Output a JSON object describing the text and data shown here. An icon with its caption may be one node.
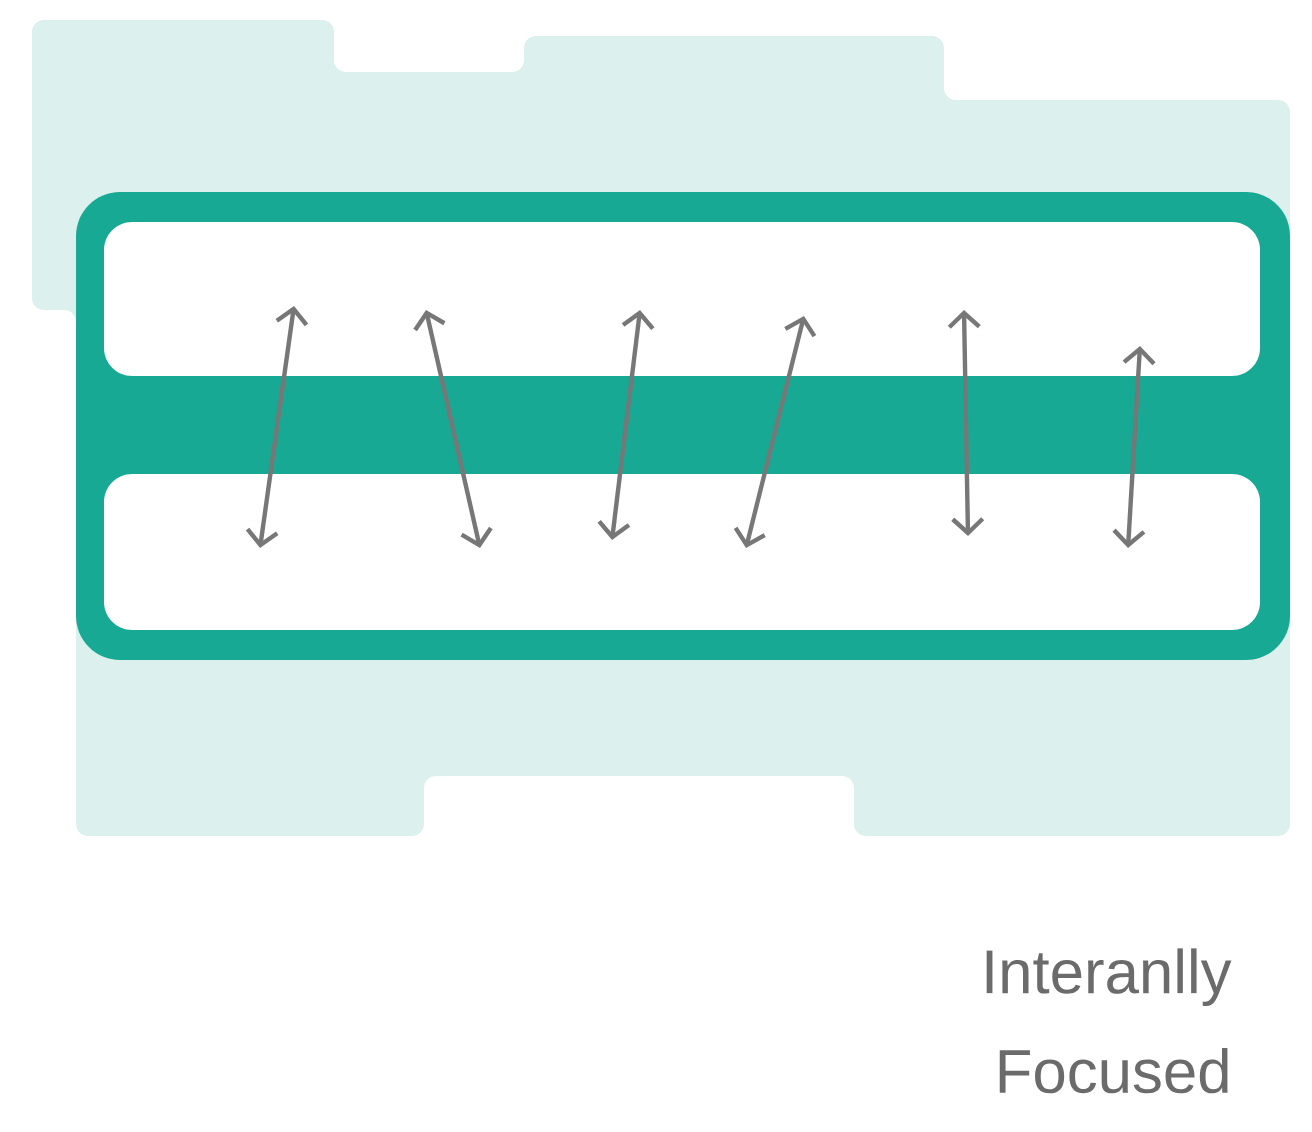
{
  "diagram": {
    "nodes": [
      {
        "text": [],
        "shape": "box"
      },
      {
        "text": [],
        "shape": "box",
        "in": 0
      },
      {
        "text": [],
        "shape": "box",
        "in": 0
      }
    ],
    "edges": [
      {
        "from": 1,
        "to": 2,
        "arrow": "both"
      },
      {
        "from": 1,
        "to": 2,
        "arrow": "both"
      },
      {
        "from": 1,
        "to": 2,
        "arrow": "both"
      },
      {
        "from": 1,
        "to": 2,
        "arrow": "both"
      },
      {
        "from": 1,
        "to": 2,
        "arrow": "both"
      },
      {
        "from": 1,
        "to": 2,
        "arrow": "both"
      }
    ],
    "labels": [
      "Interanlly Focused"
    ]
  }
}
